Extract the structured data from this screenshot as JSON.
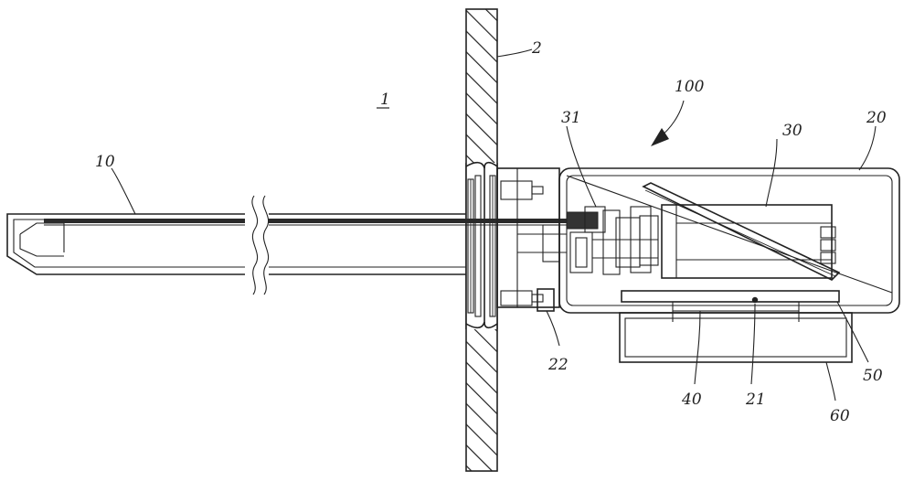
{
  "labels": {
    "space": "1",
    "wall": "2",
    "apparatus": "100",
    "probe": "10",
    "housing": "20",
    "actuator": "30",
    "coupling": "31",
    "sensor": "22",
    "board": "40",
    "pivot": "21",
    "bracket": "50",
    "base": "60"
  }
}
